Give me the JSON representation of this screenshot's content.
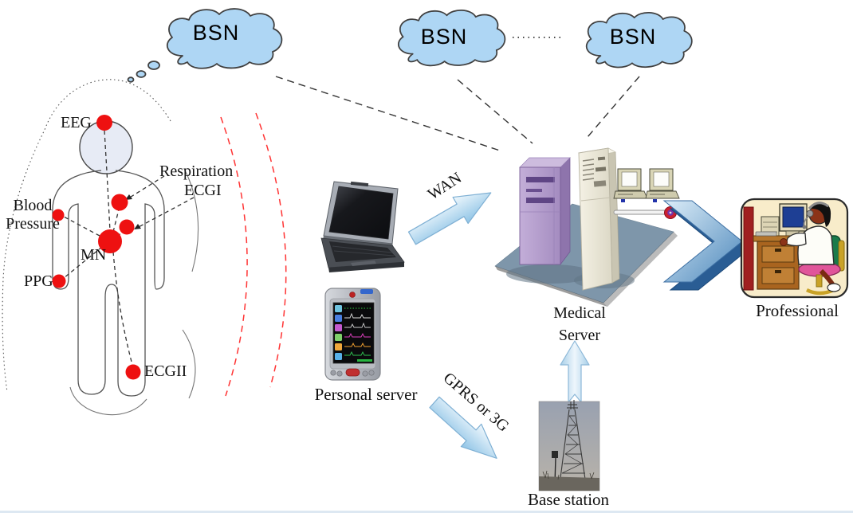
{
  "diagram": {
    "clouds": {
      "bsn1": "BSN",
      "bsn2": "BSN",
      "bsn3": "BSN"
    },
    "body_sensors": {
      "eeg": "EEG",
      "respiration": "Respiration",
      "ecg1": "ECGI",
      "blood_pressure_line1": "Blood",
      "blood_pressure_line2": "Pressure",
      "mn": "MN",
      "ppg": "PPG",
      "ecg2": "ECGII"
    },
    "links": {
      "wan": "WAN",
      "gprs": "GPRS or 3G"
    },
    "nodes": {
      "personal_server": "Personal server",
      "medical_server_line1": "Medical",
      "medical_server_line2": "Server",
      "base_station": "Base station",
      "professional": "Professional"
    },
    "colors": {
      "cloud_fill": "#aed6f4",
      "sensor_red": "#ee1111",
      "wave_red": "#ff3333",
      "arrow_light_blue": "#9ecbe8",
      "arrow_dark_blue": "#2a5d94",
      "platform_blue": "#7e96aa",
      "server_purple": "#b9a2d0",
      "server_cream": "#ece9da"
    }
  }
}
